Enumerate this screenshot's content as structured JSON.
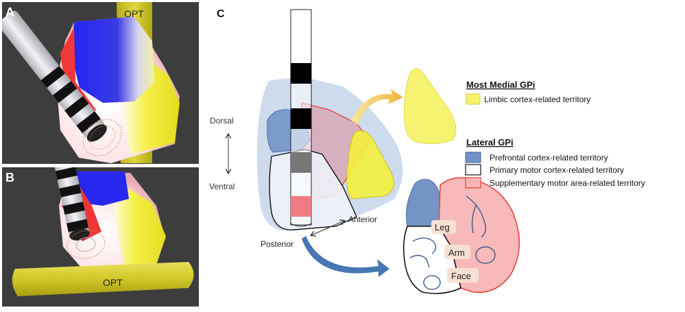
{
  "panels": {
    "a": {
      "letter": "A",
      "tract_label": "OPT"
    },
    "b": {
      "letter": "B",
      "tract_label": "OPT"
    },
    "c": {
      "letter": "C",
      "axes": {
        "dorsal": "Dorsal",
        "ventral": "Ventral",
        "posterior": "Posterior",
        "anterior": "Anterior"
      },
      "body_labels": {
        "leg": "Leg",
        "arm": "Arm",
        "face": "Face"
      }
    }
  },
  "legend": {
    "medial": {
      "title": "Most Medial GPi",
      "items": [
        {
          "label": "Limbic cortex-related territory",
          "color": "#f2ee4a"
        }
      ]
    },
    "lateral": {
      "title": "Lateral GPi",
      "items": [
        {
          "label": "Prefrontal cortex-related territory",
          "color": "#6f93c6"
        },
        {
          "label": "Primary motor cortex-related territory",
          "color": "#ffffff"
        },
        {
          "label": "Supplementary motor area-related territory",
          "color": "#f6b6b6"
        }
      ]
    }
  },
  "colors": {
    "render_bg": "#3d3d3d",
    "limbic": "#f3ef3c",
    "prefrontal": "#2b2df0",
    "sma": "#f23c3c",
    "tract": "#cfc51e",
    "gpi_outline": "#c6d5ea",
    "sma_outline": "#e8433e"
  }
}
